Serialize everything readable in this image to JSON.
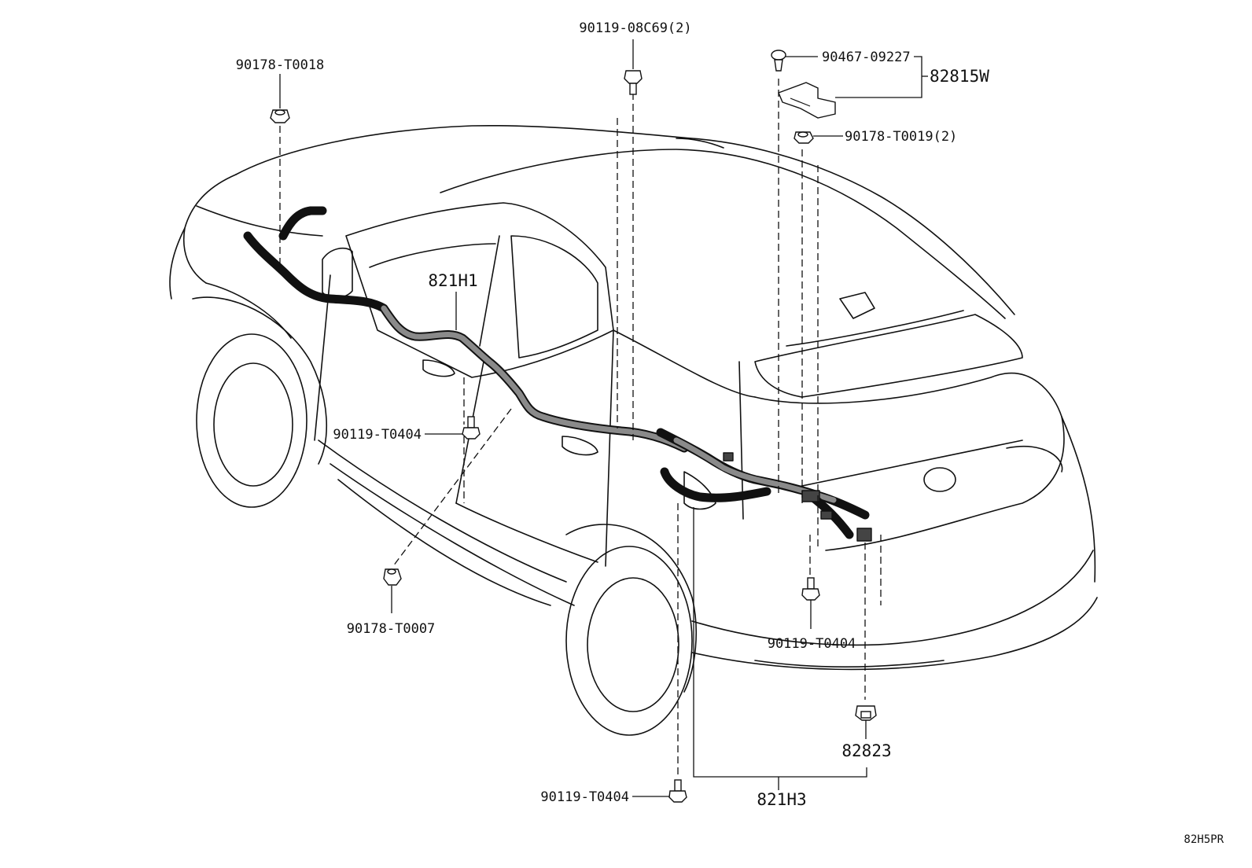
{
  "diagram": {
    "parts": {
      "p_821H1": "821H1",
      "p_821H3": "821H3",
      "p_82815W": "82815W",
      "p_82823": "82823",
      "p_90178_T0018": "90178-T0018",
      "p_90119_08C69": "90119-08C69(2)",
      "p_90467_09227": "90467-09227",
      "p_90178_T0019": "90178-T0019(2)",
      "p_90119_T0404_a": "90119-T0404",
      "p_90119_T0404_b": "90119-T0404",
      "p_90119_T0404_c": "90119-T0404",
      "p_90178_T0007": "90178-T0007"
    },
    "figure_code": "82H5PR"
  }
}
